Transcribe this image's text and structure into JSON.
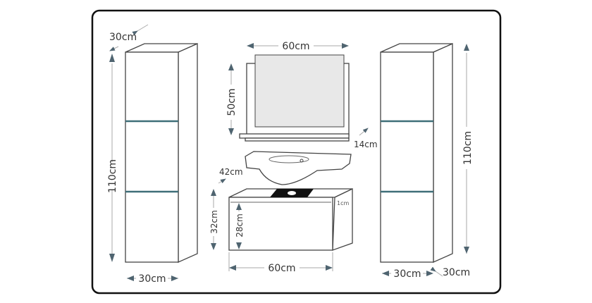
{
  "title": "Bathroom furniture set dimensions",
  "left_column": {
    "depth": "30cm",
    "height": "110cm",
    "width": "30cm"
  },
  "mirror": {
    "width": "60cm",
    "height": "50cm",
    "shelf_depth": "14cm"
  },
  "sink": {
    "depth": "42cm"
  },
  "vanity": {
    "height": "32cm",
    "drawer_height": "28cm",
    "top_thickness": "1cm",
    "width": "60cm"
  },
  "right_column": {
    "height": "110cm",
    "width": "30cm",
    "depth": "30cm"
  },
  "colors": {
    "frame": "#111111",
    "accent": "#3f6f78",
    "mirror": "#e8e8e8"
  }
}
